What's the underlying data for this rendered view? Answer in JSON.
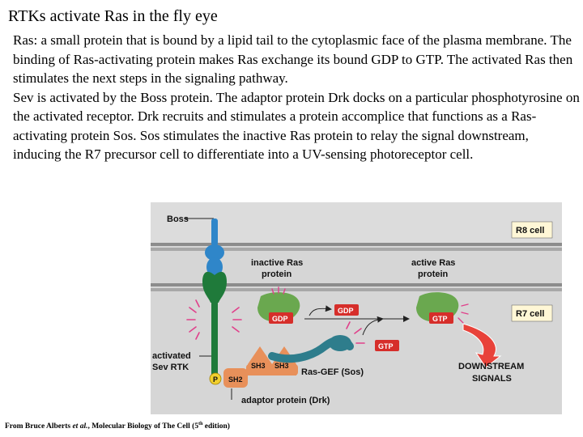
{
  "slide": {
    "title": "RTKs activate Ras in the fly eye",
    "paragraphs": [
      "Ras: a small protein that is bound by a lipid tail to the cytoplasmic face of the plasma membrane. The binding of Ras-activating protein makes Ras exchange its bound GDP to GTP. The activated Ras then stimulates the next steps in the signaling pathway.",
      "Sev is activated by the Boss protein. The adaptor protein Drk docks on a particular phosphotyrosine on the activated receptor. Drk recruits and stimulates a protein accomplice that functions as a Ras-activating protein Sos. Sos stimulates the inactive Ras protein to relay the signal downstream, inducing the R7 precursor cell to differentiate into a UV-sensing photoreceptor cell."
    ]
  },
  "figure": {
    "labels": {
      "boss": "Boss",
      "r8_cell": "R8 cell",
      "r7_cell": "R7 cell",
      "inactive_ras_1": "inactive Ras",
      "inactive_ras_2": "protein",
      "active_ras_1": "active Ras",
      "active_ras_2": "protein",
      "gdp_bound": "GDP",
      "gdp_released": "GDP",
      "gtp_incoming": "GTP",
      "gtp_bound": "GTP",
      "activated_sev_1": "activated",
      "activated_sev_2": "Sev RTK",
      "phospho": "P",
      "sh2": "SH2",
      "sh3_a": "SH3",
      "sh3_b": "SH3",
      "ras_gef": "Ras-GEF (Sos)",
      "downstream_1": "DOWNSTREAM",
      "downstream_2": "SIGNALS",
      "adaptor": "adaptor protein (Drk)"
    },
    "colors": {
      "background": "#d6d6d6",
      "membrane": "#9a9a9a",
      "receptor": "#1f7a3a",
      "boss": "#2f86c9",
      "ras": "#6aa84f",
      "gdp_gtp": "#d62e2a",
      "adaptor": "#e8905a",
      "sos": "#2e7d8c",
      "activation_ticks": "#e0408a",
      "label_box": "#fff7d6",
      "arrow": "#e8423a"
    }
  },
  "citation": {
    "prefix": "From Bruce Alberts ",
    "etal": "et al.",
    "middle": ", Molecular Biology of The Cell (5",
    "sup": "th",
    "suffix": " edition)"
  }
}
